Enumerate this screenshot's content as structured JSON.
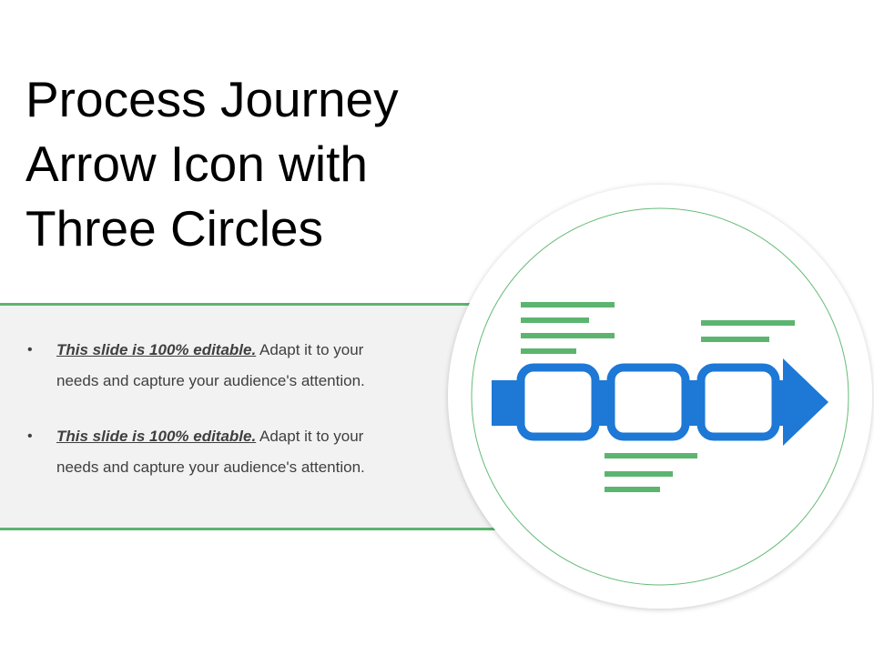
{
  "slide": {
    "title_lines": [
      "Process Journey",
      "Arrow Icon with",
      "Three Circles"
    ]
  },
  "bullets": [
    {
      "bold": "This slide is 100% editable.",
      "line1_rest": " Adapt it to your",
      "line2": "needs and capture your audience's attention."
    },
    {
      "bold": "This slide is 100% editable.",
      "line1_rest": " Adapt it to your",
      "line2": "needs and capture your audience's attention."
    }
  ],
  "colors": {
    "accent_green": "#5cb56f",
    "arrow_blue": "#1d78d6",
    "band_gray": "#f2f2f2",
    "circle_stroke": "#66bb77"
  },
  "icons": [
    "process-arrow-icon",
    "bullet-dot-icon"
  ]
}
